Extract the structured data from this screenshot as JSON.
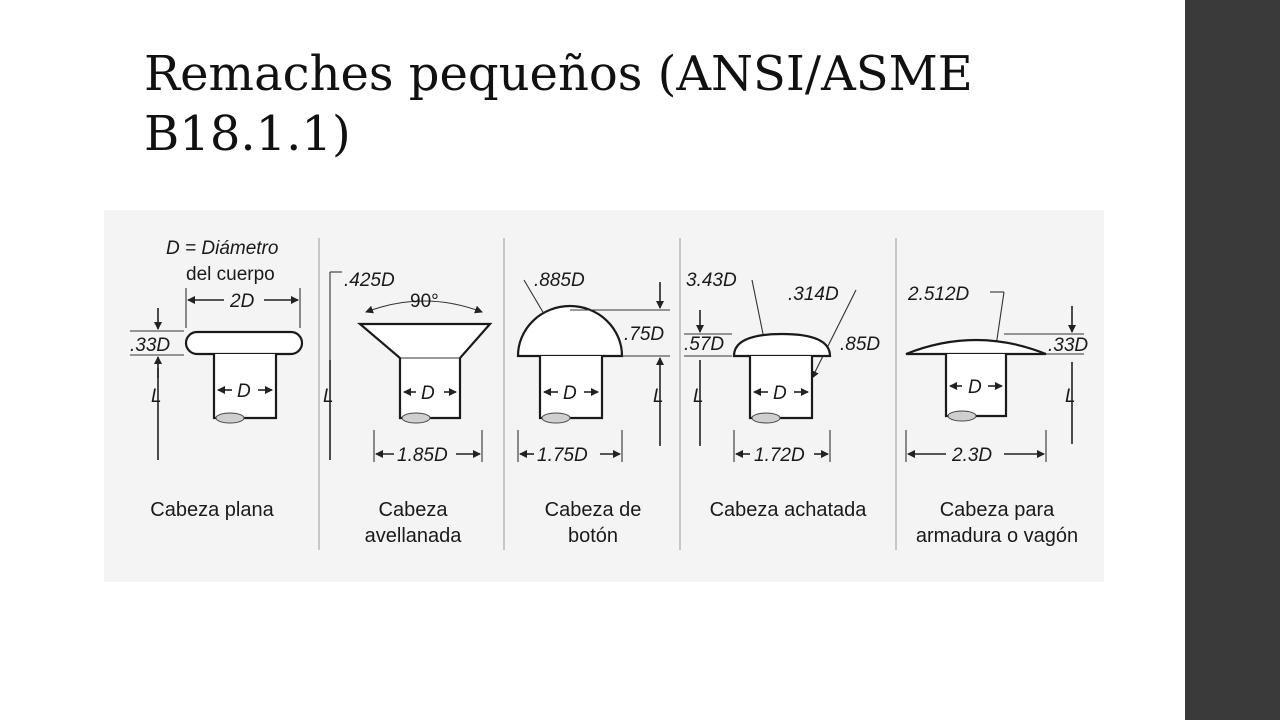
{
  "slide": {
    "title": "Remaches pequeños (ANSI/ASME B18.1.1)",
    "sidebar_color": "#3a3a3a",
    "figure_bg": "#f4f4f4"
  },
  "figure": {
    "panels": [
      {
        "caption": [
          "Cabeza plana"
        ],
        "labels": [
          "D = Diámetro",
          "del cuerpo",
          "2D",
          ".33D",
          "D",
          "L"
        ]
      },
      {
        "caption": [
          "Cabeza",
          "avellanada"
        ],
        "labels": [
          ".425D",
          "90°",
          "D",
          "L",
          "1.85D"
        ]
      },
      {
        "caption": [
          "Cabeza de",
          "botón"
        ],
        "labels": [
          ".885D",
          ".75D",
          "D",
          "L",
          "1.75D"
        ]
      },
      {
        "caption": [
          "Cabeza achatada"
        ],
        "labels": [
          "3.43D",
          ".314D",
          ".57D",
          ".85D",
          "D",
          "L",
          "1.72D"
        ]
      },
      {
        "caption": [
          "Cabeza para",
          "armadura o vagón"
        ],
        "labels": [
          "2.512D",
          ".33D",
          "D",
          "L",
          "2.3D"
        ]
      }
    ]
  }
}
